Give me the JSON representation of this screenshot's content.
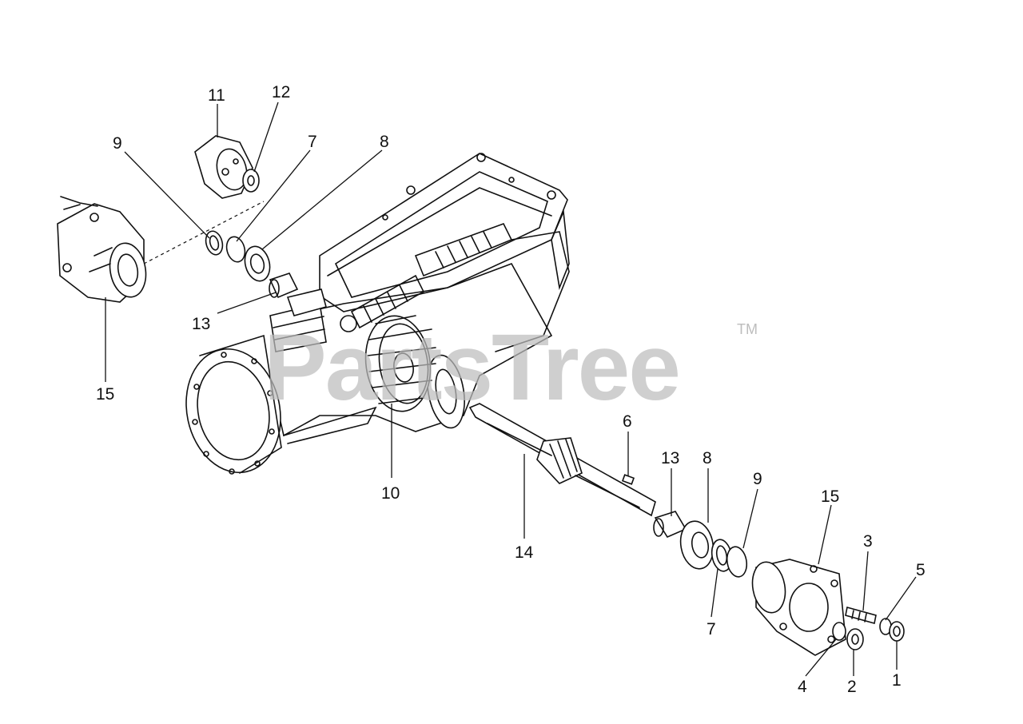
{
  "watermark": {
    "text": "PartsTree",
    "trademark": "TM"
  },
  "callouts": {
    "c11": "11",
    "c12": "12",
    "c9a": "9",
    "c7a": "7",
    "c8a": "8",
    "c13a": "13",
    "c15a": "15",
    "c10": "10",
    "c14": "14",
    "c6": "6",
    "c13b": "13",
    "c8b": "8",
    "c9b": "9",
    "c15b": "15",
    "c7b": "7",
    "c3": "3",
    "c5": "5",
    "c4": "4",
    "c2": "2",
    "c1": "1"
  },
  "colors": {
    "line": "#111111",
    "watermark": "#bdbdbd",
    "background": "#ffffff"
  }
}
